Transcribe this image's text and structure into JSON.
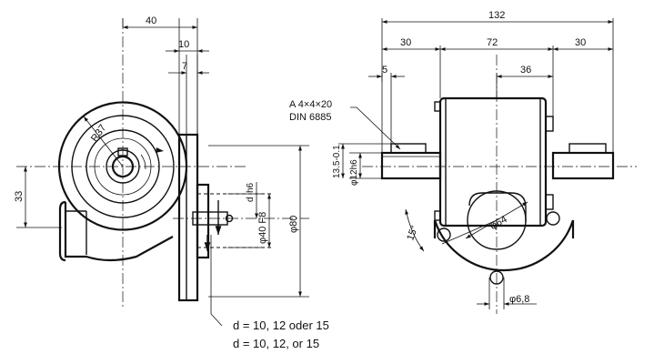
{
  "left_view": {
    "dim_overall_width": "40",
    "dim_flange_width": "10",
    "dim_plate": "7",
    "dim_radius": "R37",
    "dim_center_height": "33",
    "dim_bore_tol": "h6",
    "dim_bore_label": "d",
    "dim_pilot": "φ40 F8",
    "dim_flange_dia": "φ80"
  },
  "right_view": {
    "dim_overall_length": "132",
    "dim_shaft_left": "30",
    "dim_body": "72",
    "dim_shaft_right": "30",
    "dim_center_offset": "36",
    "dim_key_offset": "5",
    "key_spec_line1": "A 4×4×20",
    "key_spec_line2": "DIN 6885",
    "dim_key_depth": "13.5-0.1",
    "dim_shaft_dia": "φ12h6",
    "dim_bolt_circle": "φ64",
    "dim_angle": "15°",
    "dim_hole_dia": "φ6,8"
  },
  "notes": {
    "line1": "d = 10, 12 oder 15",
    "line2": "d = 10, 12, or 15"
  }
}
